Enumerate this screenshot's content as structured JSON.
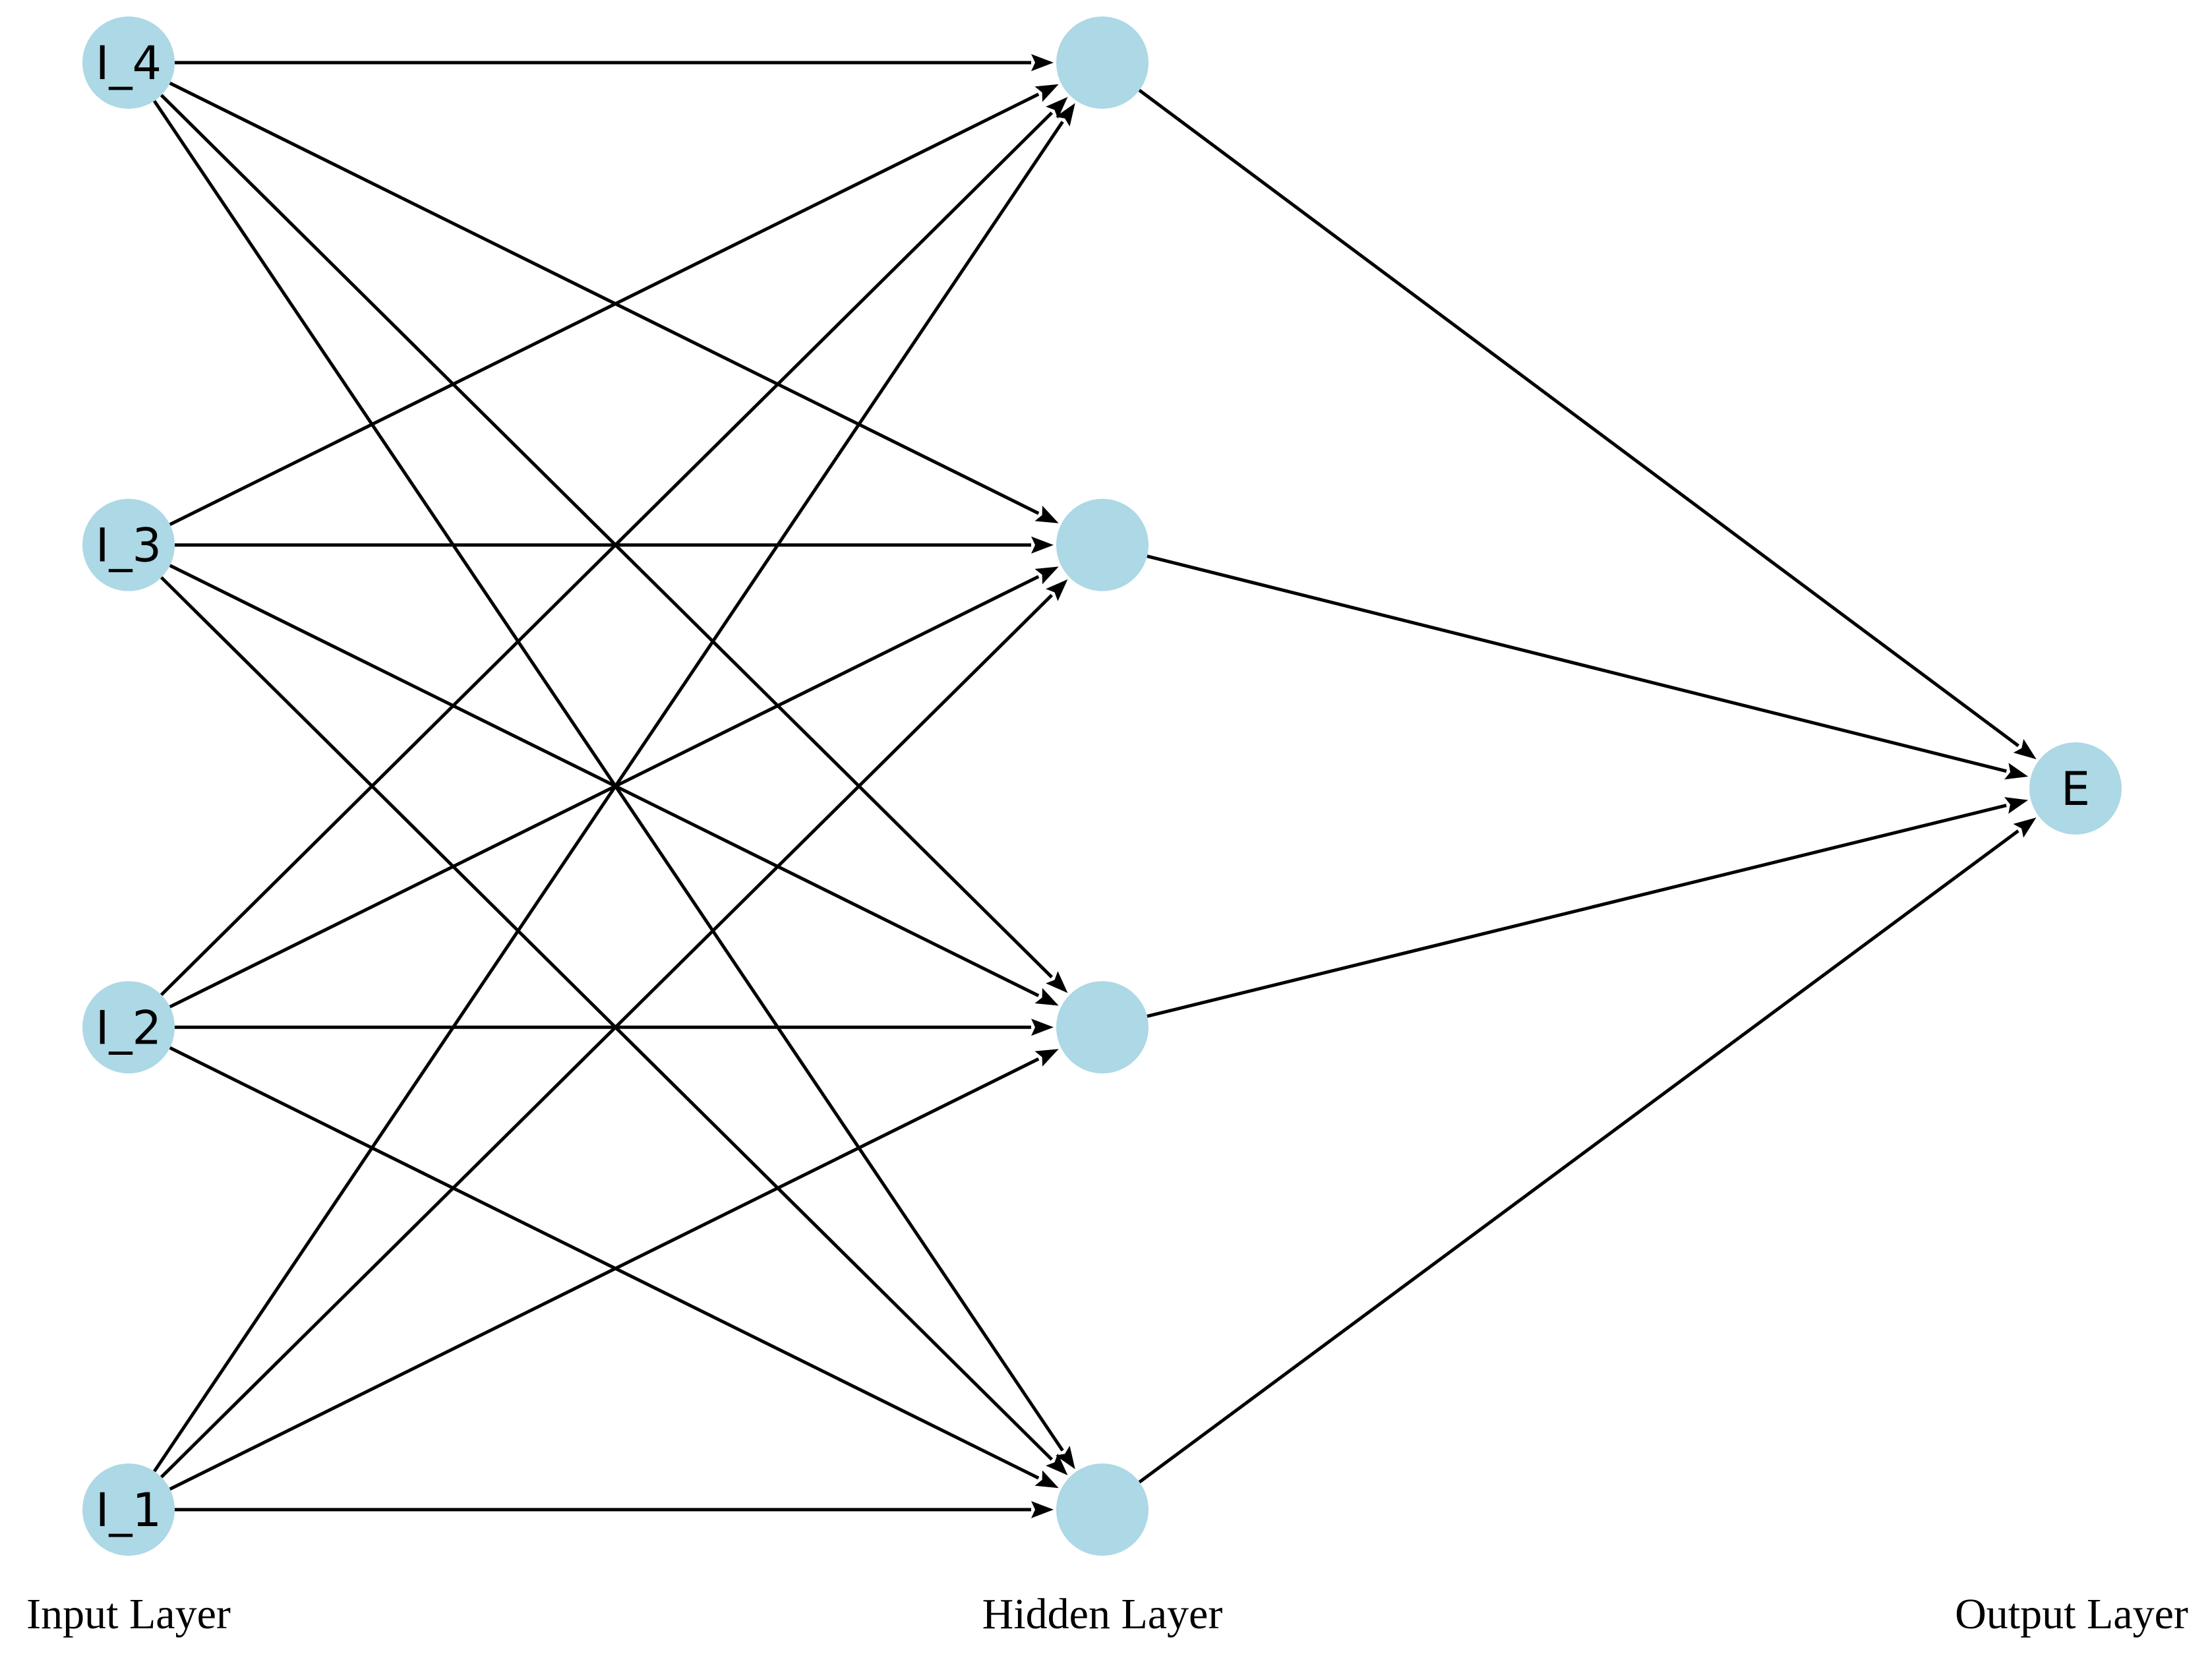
{
  "colors": {
    "node_fill": "#add8e6",
    "edge": "#000000",
    "text": "#000000",
    "background": "#ffffff"
  },
  "layers": [
    {
      "label": "Input Layer",
      "nodes": [
        {
          "id": "I_4",
          "label": "I_4"
        },
        {
          "id": "I_3",
          "label": "I_3"
        },
        {
          "id": "I_2",
          "label": "I_2"
        },
        {
          "id": "I_1",
          "label": "I_1"
        }
      ]
    },
    {
      "label": "Hidden Layer",
      "nodes": [
        {
          "id": "H_1",
          "label": ""
        },
        {
          "id": "H_2",
          "label": ""
        },
        {
          "id": "H_3",
          "label": ""
        },
        {
          "id": "H_4",
          "label": ""
        }
      ]
    },
    {
      "label": "Output Layer",
      "nodes": [
        {
          "id": "E",
          "label": "E"
        }
      ]
    }
  ],
  "edges": [
    {
      "from": "I_4",
      "to": "H_1"
    },
    {
      "from": "I_4",
      "to": "H_2"
    },
    {
      "from": "I_4",
      "to": "H_3"
    },
    {
      "from": "I_4",
      "to": "H_4"
    },
    {
      "from": "I_3",
      "to": "H_1"
    },
    {
      "from": "I_3",
      "to": "H_2"
    },
    {
      "from": "I_3",
      "to": "H_3"
    },
    {
      "from": "I_3",
      "to": "H_4"
    },
    {
      "from": "I_2",
      "to": "H_1"
    },
    {
      "from": "I_2",
      "to": "H_2"
    },
    {
      "from": "I_2",
      "to": "H_3"
    },
    {
      "from": "I_2",
      "to": "H_4"
    },
    {
      "from": "I_1",
      "to": "H_1"
    },
    {
      "from": "I_1",
      "to": "H_2"
    },
    {
      "from": "I_1",
      "to": "H_3"
    },
    {
      "from": "I_1",
      "to": "H_4"
    },
    {
      "from": "H_1",
      "to": "E"
    },
    {
      "from": "H_2",
      "to": "E"
    },
    {
      "from": "H_3",
      "to": "E"
    },
    {
      "from": "H_4",
      "to": "E"
    }
  ]
}
